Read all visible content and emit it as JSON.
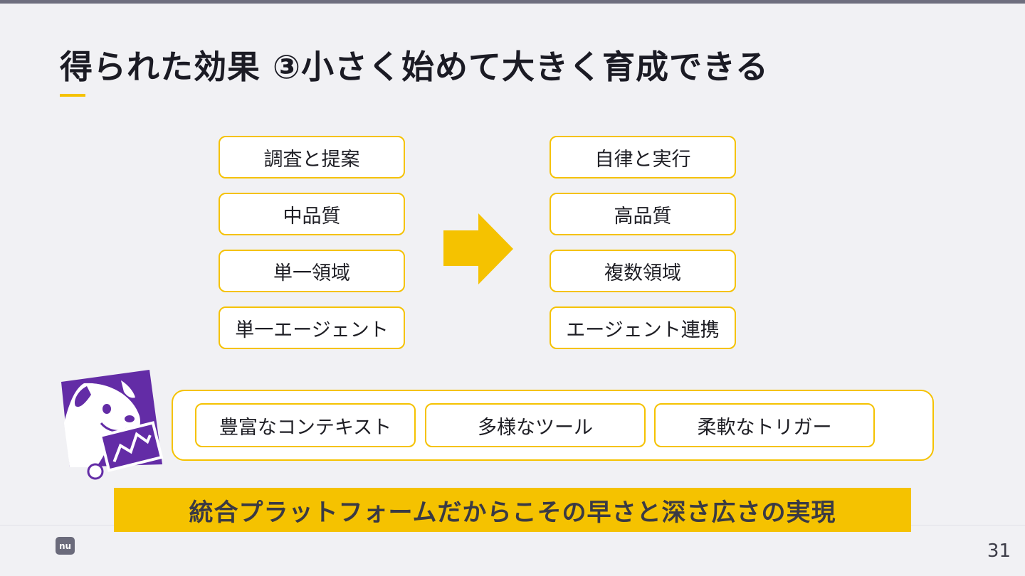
{
  "slide": {
    "title": "得られた効果 ③小さく始めて大きく育成できる",
    "page_number": "31",
    "brand_logo_text": "nu"
  },
  "before": {
    "items": [
      "調査と提案",
      "中品質",
      "単一領域",
      "単一エージェント"
    ]
  },
  "after": {
    "items": [
      "自律と実行",
      "高品質",
      "複数領域",
      "エージェント連携"
    ]
  },
  "platform": {
    "features": [
      "豊富なコンテキスト",
      "多様なツール",
      "柔軟なトリガー"
    ]
  },
  "banner": {
    "text": "統合プラットフォームだからこその早さと深さ広さの実現"
  },
  "icons": {
    "arrow": "right-arrow-icon",
    "mascot": "datadog-dog-logo-icon",
    "brand": "nu-logo-icon"
  },
  "colors": {
    "accent": "#f5c200",
    "mascot_purple": "#632ca6",
    "background": "#f1f1f4",
    "title": "#1b1b24"
  }
}
